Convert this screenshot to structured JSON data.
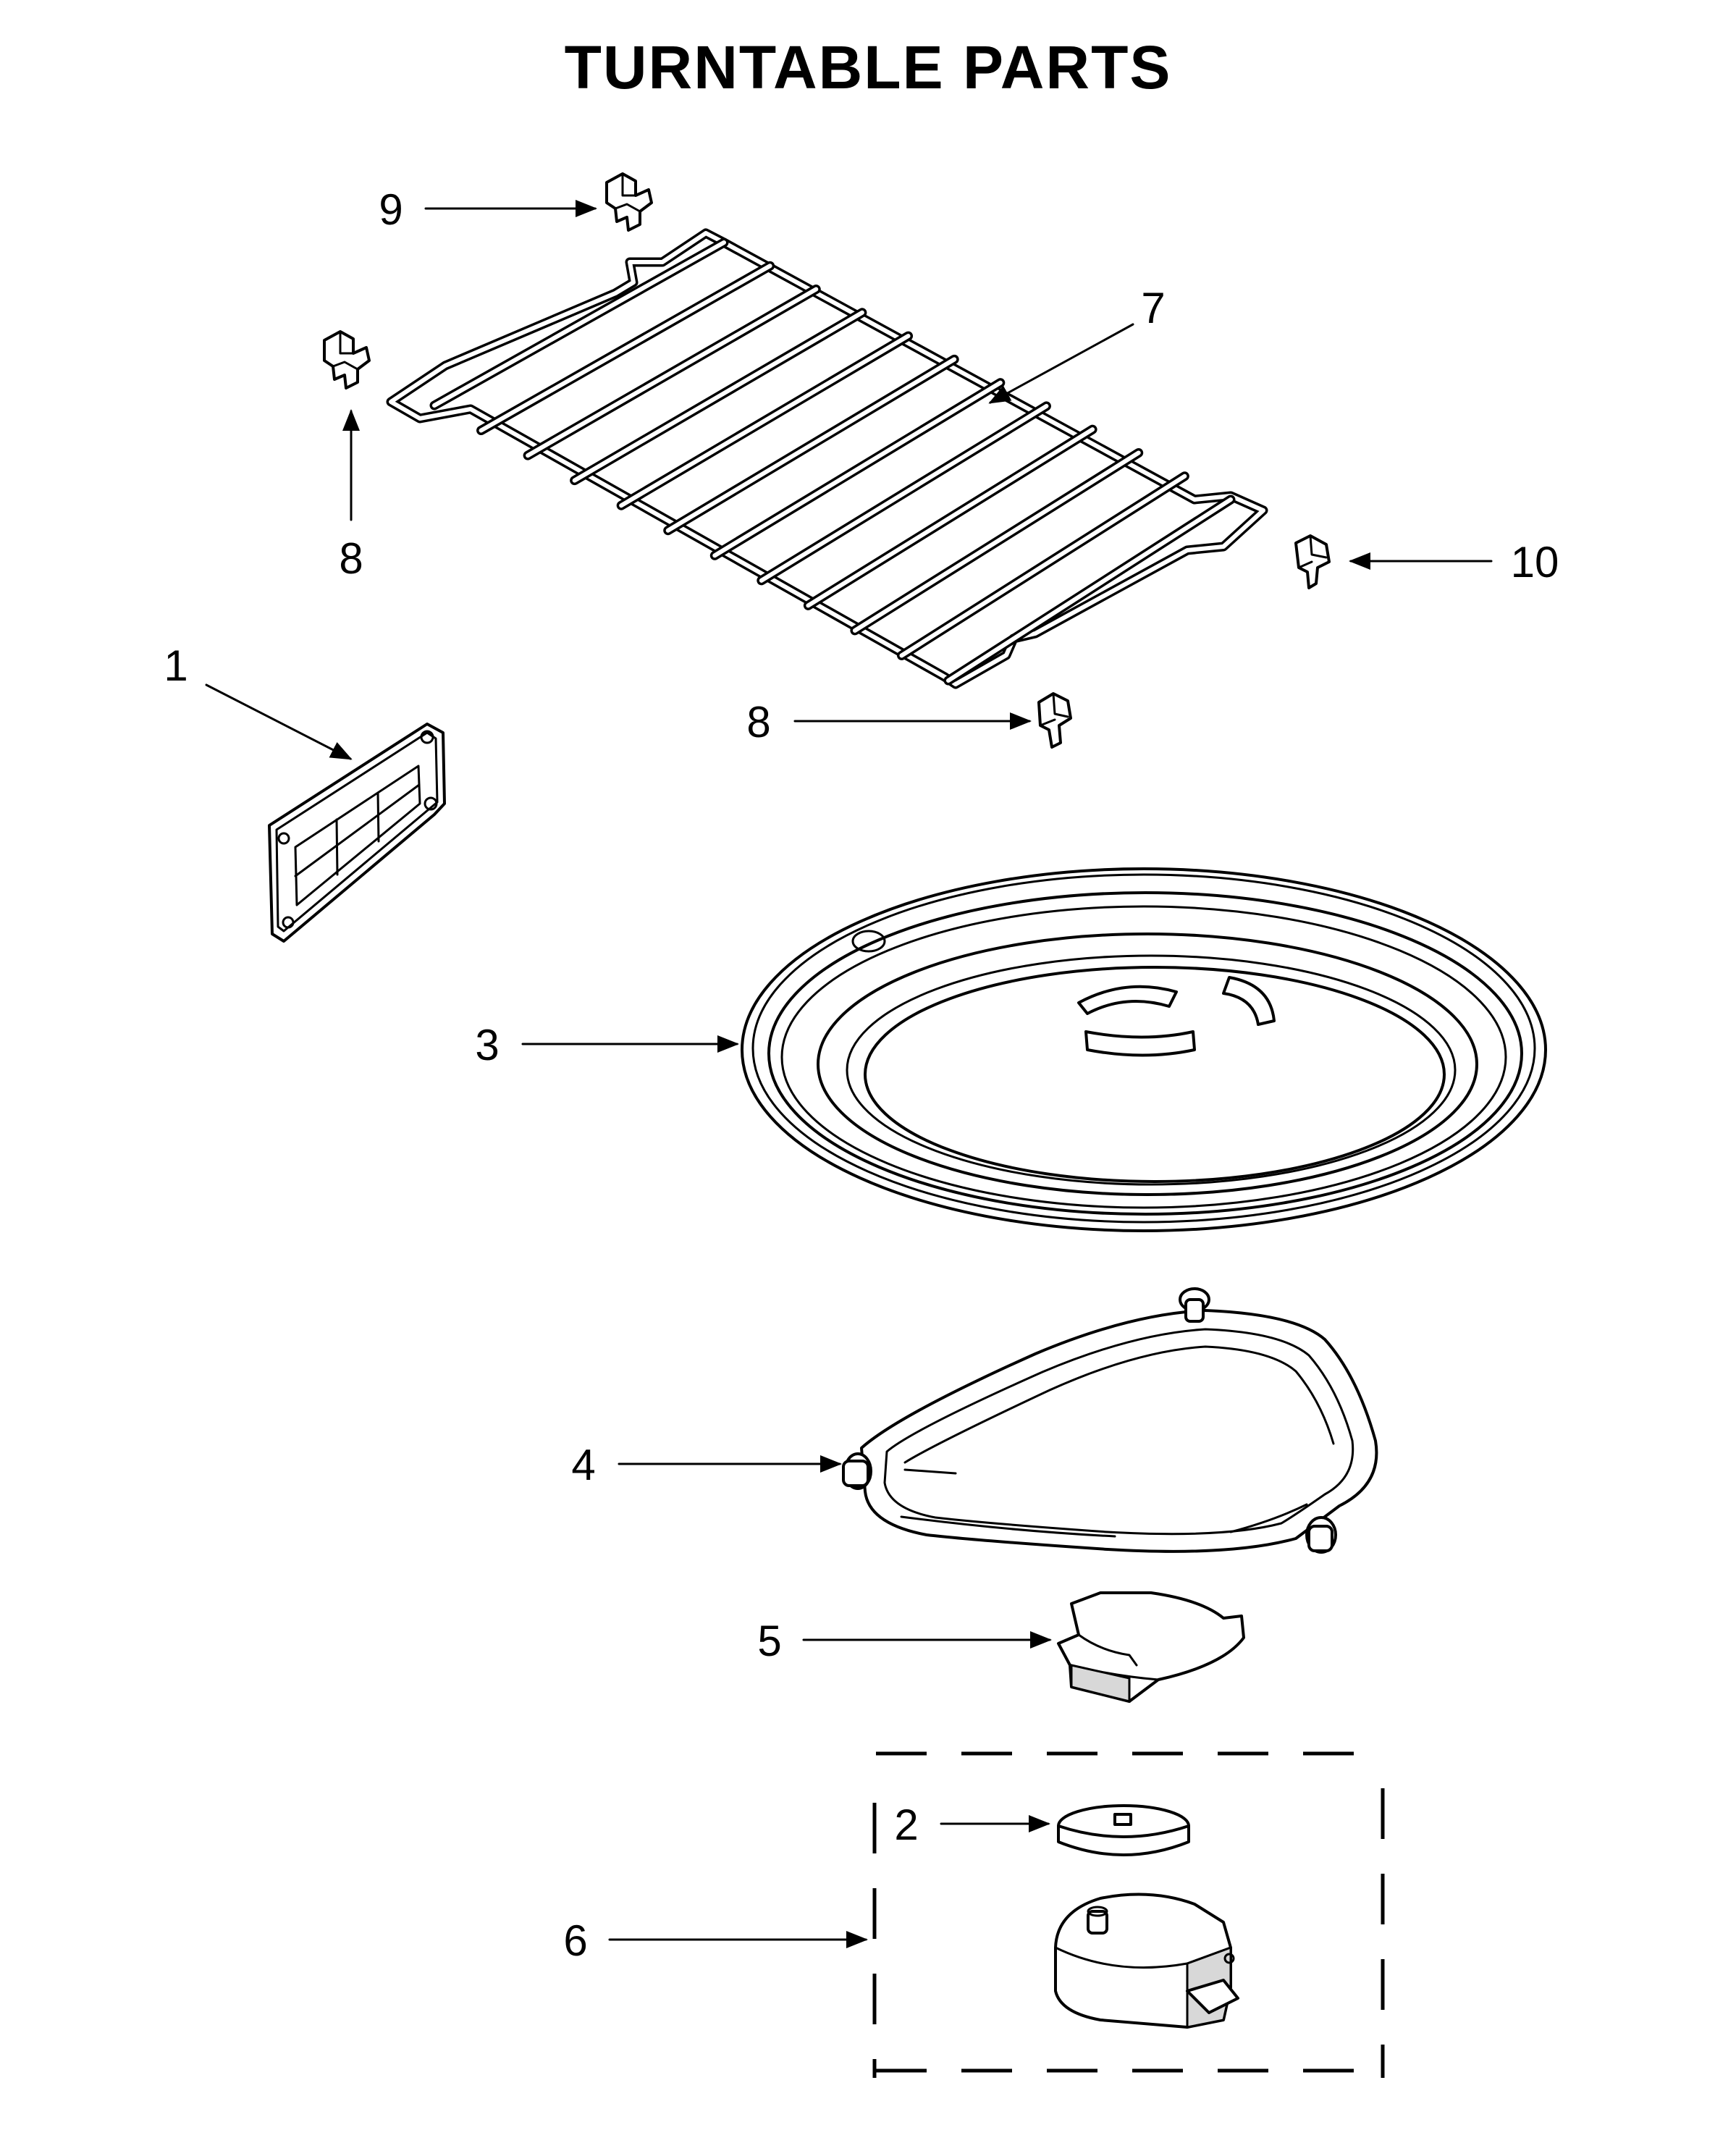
{
  "title": "TURNTABLE PARTS",
  "callouts": [
    {
      "id": "9",
      "label": "9"
    },
    {
      "id": "7",
      "label": "7"
    },
    {
      "id": "8a",
      "label": "8"
    },
    {
      "id": "10",
      "label": "10"
    },
    {
      "id": "1",
      "label": "1"
    },
    {
      "id": "8b",
      "label": "8"
    },
    {
      "id": "3",
      "label": "3"
    },
    {
      "id": "4",
      "label": "4"
    },
    {
      "id": "5",
      "label": "5"
    },
    {
      "id": "2",
      "label": "2"
    },
    {
      "id": "6",
      "label": "6"
    }
  ]
}
